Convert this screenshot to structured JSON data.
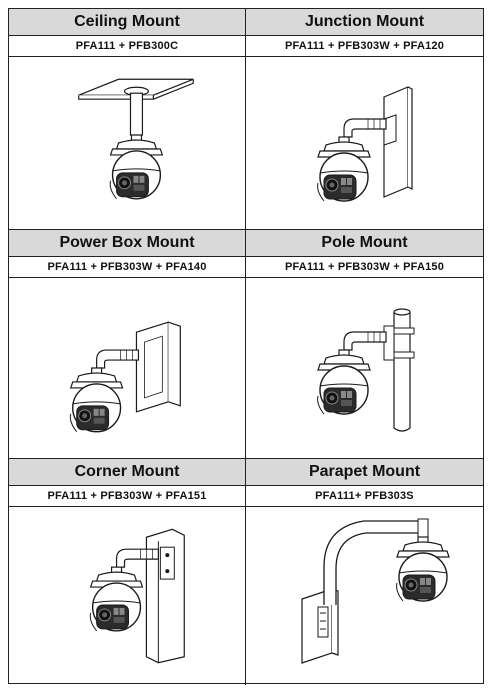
{
  "mounts": [
    {
      "title": "Ceiling Mount",
      "parts": "PFA111 + PFB300C",
      "illustration": "ceiling-mount-illustration"
    },
    {
      "title": "Junction Mount",
      "parts": "PFA111 + PFB303W + PFA120",
      "illustration": "junction-mount-illustration"
    },
    {
      "title": "Power Box Mount",
      "parts": "PFA111 + PFB303W + PFA140",
      "illustration": "power-box-mount-illustration"
    },
    {
      "title": "Pole Mount",
      "parts": "PFA111 + PFB303W + PFA150",
      "illustration": "pole-mount-illustration"
    },
    {
      "title": "Corner Mount",
      "parts": "PFA111 + PFB303W + PFA151",
      "illustration": "corner-mount-illustration"
    },
    {
      "title": "Parapet Mount",
      "parts": "PFA111+ PFB303S",
      "illustration": "parapet-mount-illustration"
    }
  ],
  "colors": {
    "header_background": "#d9d9d9",
    "border": "#222222",
    "line_art": "#1a1a1a"
  }
}
